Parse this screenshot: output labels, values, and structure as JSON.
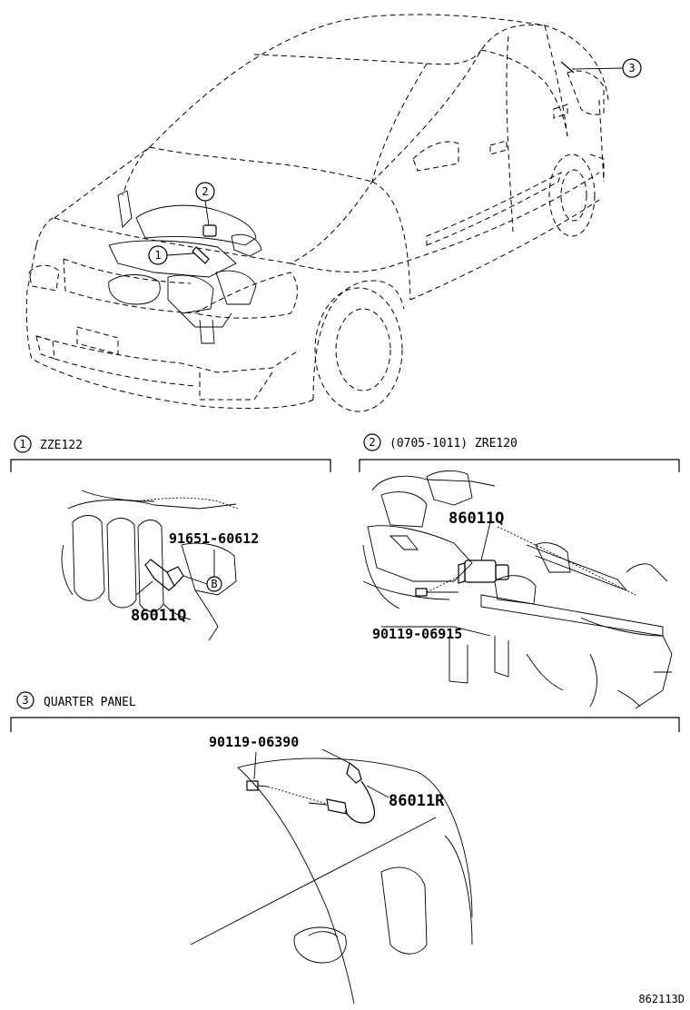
{
  "callouts": {
    "c1": "1",
    "c2": "2",
    "c3": "3"
  },
  "sections": {
    "s1": {
      "number": "1",
      "title": "ZZE122"
    },
    "s2": {
      "number": "2",
      "title": "(0705-1011) ZRE120"
    },
    "s3": {
      "number": "3",
      "title": "QUARTER  PANEL"
    }
  },
  "parts": {
    "s1_bolt": "91651-60612",
    "s1_sensor": "86011Q",
    "s1_marker": "B",
    "s2_sensor": "86011Q",
    "s2_bolt": "90119-06915",
    "s3_bolt": "90119-06390",
    "s3_sensor": "86011R"
  },
  "diagram_code": "862113D"
}
